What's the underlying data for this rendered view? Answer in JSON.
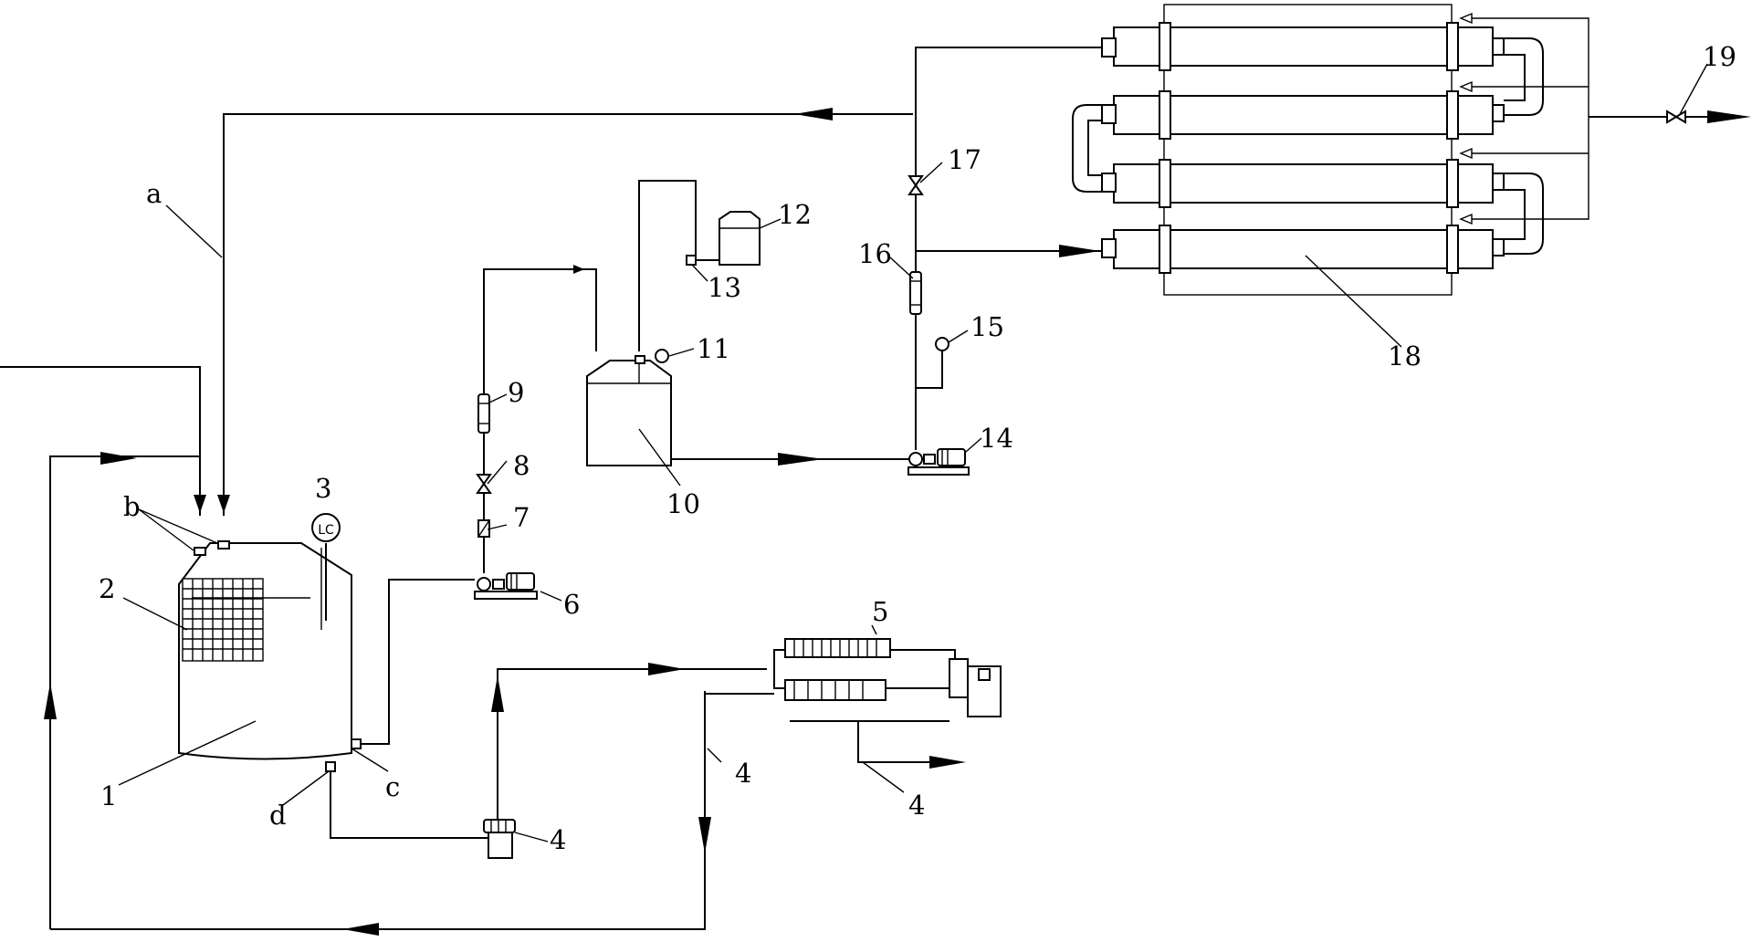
{
  "labels": {
    "n1": "1",
    "n2": "2",
    "n3": "3",
    "n4a": "4",
    "n4b": "4",
    "n4c": "4",
    "n5": "5",
    "n6": "6",
    "n7": "7",
    "n8": "8",
    "n9": "9",
    "n10": "10",
    "n11": "11",
    "n12": "12",
    "n13": "13",
    "n14": "14",
    "n15": "15",
    "n16": "16",
    "n17": "17",
    "n18": "18",
    "n19": "19",
    "a": "a",
    "b": "b",
    "c": "c",
    "d": "d"
  },
  "level_controller_tag": "LC",
  "colors": {
    "line": "#000000",
    "background": "#ffffff"
  }
}
